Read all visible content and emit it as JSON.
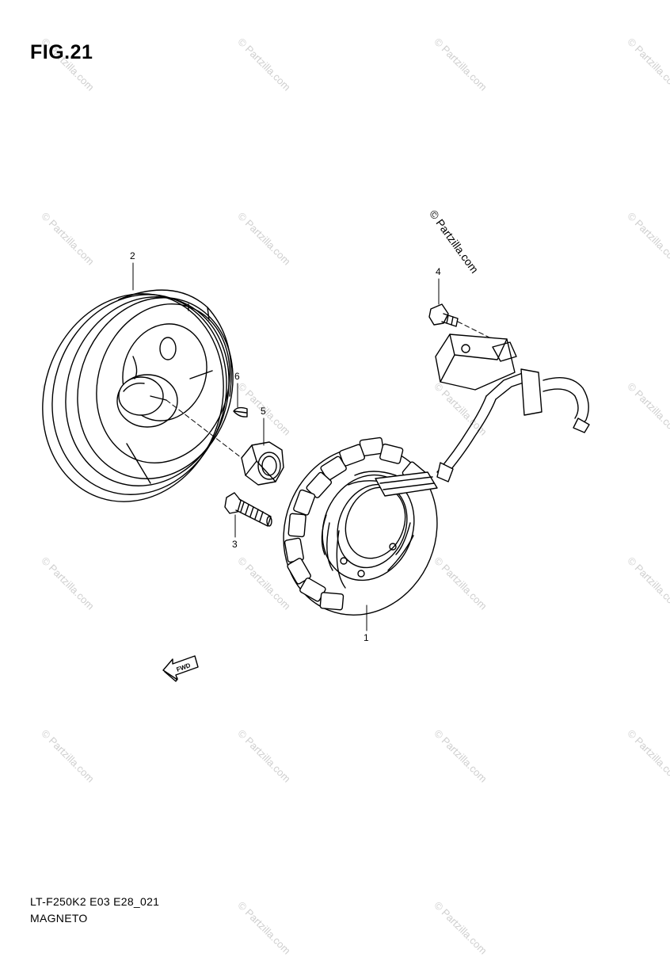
{
  "figure": {
    "title": "FIG.21"
  },
  "footer": {
    "code": "LT-F250K2 E03 E28_021",
    "name": "MAGNETO"
  },
  "copyright": "© Partzilla.com",
  "watermark": "© Partzilla.com",
  "callouts": {
    "stator": "1",
    "rotor": "2",
    "bolt": "3",
    "screw": "4",
    "nut": "5",
    "key": "6"
  },
  "fwd_badge": "FWD"
}
